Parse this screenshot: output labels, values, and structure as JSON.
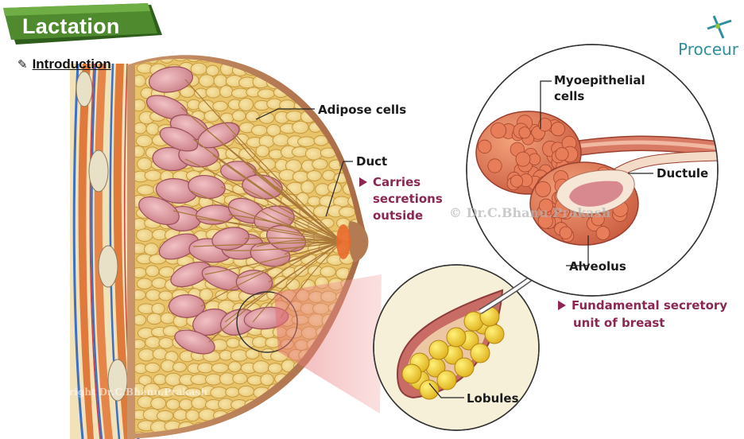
{
  "header": {
    "title": "Lactation",
    "section": "Introduction"
  },
  "logo": {
    "name": "Proceur"
  },
  "labels": {
    "adipose": "Adipose cells",
    "duct": "Duct",
    "duct_desc_1": "Carries",
    "duct_desc_2": "secretions",
    "duct_desc_3": "outside",
    "myo_1": "Myoepithelial",
    "myo_2": "cells",
    "ductule": "Ductule",
    "alveolus": "Alveolus",
    "alveolus_desc_1": "Fundamental secretory",
    "alveolus_desc_2": "unit of breast",
    "lobules": "Lobules"
  },
  "watermarks": {
    "center": "© Dr.C.Bhanu.Prakash",
    "bottom": "©Copyright Dr.C.Bhanu.Prakash"
  },
  "colors": {
    "banner_green": "#4f8a2e",
    "logo_teal": "#2f8f9d",
    "accent_pink": "#8a2752",
    "lobule_pink": "#d98c96",
    "fat_yellow": "#f0c64a"
  }
}
